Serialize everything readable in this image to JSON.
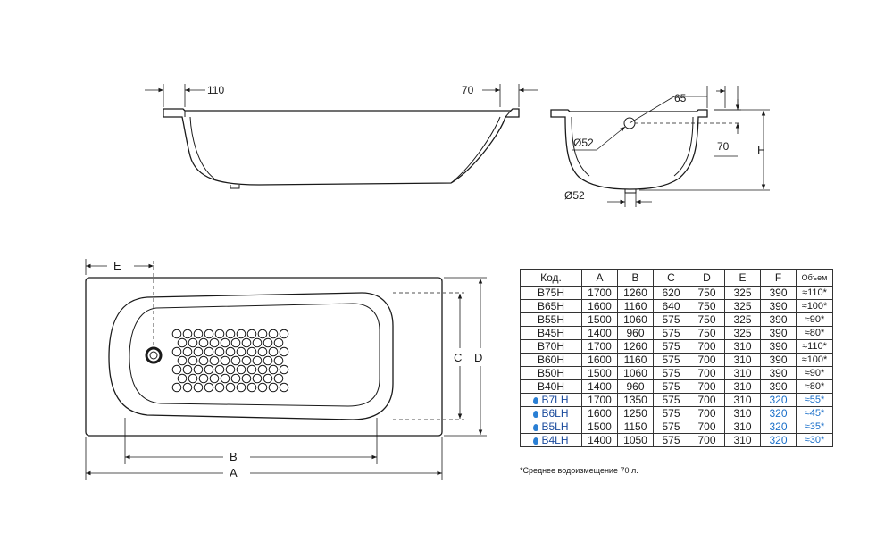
{
  "side_view": {
    "dim_left": "110",
    "dim_right": "70"
  },
  "section_view": {
    "dim_top": "65",
    "dim_overflow": "Ø52",
    "dim_overflow_height": "70",
    "dim_drain": "Ø52",
    "dim_height": "F"
  },
  "plan_view": {
    "label_e": "E",
    "label_b": "B",
    "label_a": "A",
    "label_c": "C",
    "label_d": "D"
  },
  "table": {
    "headers": [
      "Код.",
      "A",
      "B",
      "C",
      "D",
      "E",
      "F",
      "Объем"
    ],
    "rows": [
      {
        "code": "B75H",
        "a": "1700",
        "b": "1260",
        "c": "620",
        "d": "750",
        "e": "325",
        "f": "390",
        "vol": "≈110*",
        "lh": false
      },
      {
        "code": "B65H",
        "a": "1600",
        "b": "1160",
        "c": "640",
        "d": "750",
        "e": "325",
        "f": "390",
        "vol": "≈100*",
        "lh": false
      },
      {
        "code": "B55H",
        "a": "1500",
        "b": "1060",
        "c": "575",
        "d": "750",
        "e": "325",
        "f": "390",
        "vol": "≈90*",
        "lh": false
      },
      {
        "code": "B45H",
        "a": "1400",
        "b": "960",
        "c": "575",
        "d": "750",
        "e": "325",
        "f": "390",
        "vol": "≈80*",
        "lh": false
      },
      {
        "code": "B70H",
        "a": "1700",
        "b": "1260",
        "c": "575",
        "d": "700",
        "e": "310",
        "f": "390",
        "vol": "≈110*",
        "lh": false
      },
      {
        "code": "B60H",
        "a": "1600",
        "b": "1160",
        "c": "575",
        "d": "700",
        "e": "310",
        "f": "390",
        "vol": "≈100*",
        "lh": false
      },
      {
        "code": "B50H",
        "a": "1500",
        "b": "1060",
        "c": "575",
        "d": "700",
        "e": "310",
        "f": "390",
        "vol": "≈90*",
        "lh": false
      },
      {
        "code": "B40H",
        "a": "1400",
        "b": "960",
        "c": "575",
        "d": "700",
        "e": "310",
        "f": "390",
        "vol": "≈80*",
        "lh": false
      },
      {
        "code": "B7LH",
        "a": "1700",
        "b": "1350",
        "c": "575",
        "d": "700",
        "e": "310",
        "f": "320",
        "vol": "≈55*",
        "lh": true
      },
      {
        "code": "B6LH",
        "a": "1600",
        "b": "1250",
        "c": "575",
        "d": "700",
        "e": "310",
        "f": "320",
        "vol": "≈45*",
        "lh": true
      },
      {
        "code": "B5LH",
        "a": "1500",
        "b": "1150",
        "c": "575",
        "d": "700",
        "e": "310",
        "f": "320",
        "vol": "≈35*",
        "lh": true
      },
      {
        "code": "B4LH",
        "a": "1400",
        "b": "1050",
        "c": "575",
        "d": "700",
        "e": "310",
        "f": "320",
        "vol": "≈30*",
        "lh": true
      }
    ]
  },
  "footnote": "*Среднее водоизмещение 70 л.",
  "colors": {
    "line": "#1a1a1a",
    "lh_accent": "#1a6fc9",
    "drop_icon": "#2a7fd4"
  },
  "icons": {
    "lh_marker": "water-drop-icon"
  }
}
